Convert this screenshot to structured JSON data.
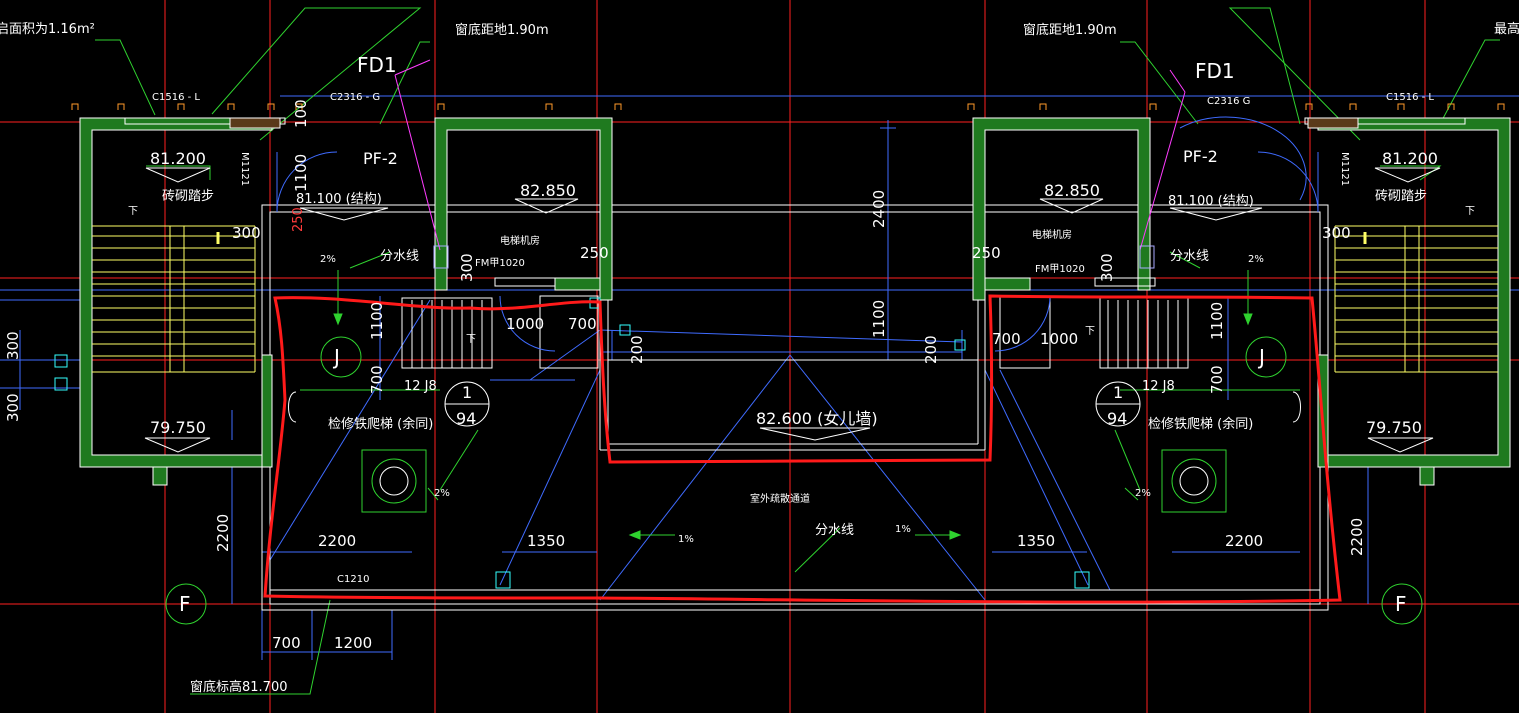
{
  "colors": {
    "background": "#000000",
    "axis": "#ff2020",
    "wall": "#ffffff",
    "wall_fill": "#1f7a1f",
    "dimension": "#3f6bff",
    "leader": "#2fd22f",
    "magenta": "#ff3cff",
    "cyan": "#33ffff",
    "yellow": "#ffff66",
    "highlight": "#ff1a1a"
  },
  "labels": {
    "area_cut": "启面积为1.16m²",
    "top_right_cut": "最高",
    "sill_left": "窗底距地1.90m",
    "sill_right": "窗底距地1.90m",
    "fd1_left": "FD1",
    "fd1_right": "FD1",
    "c1516_left": "C1516 - L",
    "c1516_right": "C1516 - L",
    "c2316_left": "C2316 - G",
    "c2316_right": "C2316 G",
    "pf2_left": "PF-2",
    "pf2_right": "PF-2",
    "m1121_left": "M1121",
    "m1121_right": "M1121",
    "elev_81200_left": "81.200",
    "elev_81200_right": "81.200",
    "stair_left": "砖砌踏步",
    "stair_right": "砖砌踏步",
    "elev_81100_left": "81.100 (结构)",
    "elev_81100_right": "81.100 (结构)",
    "elev_82850_left": "82.850",
    "elev_82850_right": "82.850",
    "elevator_room_left": "电梯机房",
    "elevator_room_right": "电梯机房",
    "fm_left": "FM甲1020",
    "fm_right": "FM甲1020",
    "divide_left": "分水线",
    "divide_right": "分水线",
    "divide_bottom": "分水线",
    "slope_2_a": "2%",
    "slope_2_b": "2%",
    "slope_2_c": "2%",
    "slope_2_d": "2%",
    "slope_1_left": "1%",
    "slope_1_right": "1%",
    "grid_j_left": "J",
    "grid_j_right": "J",
    "grid_f_left": "F",
    "grid_f_right": "F",
    "detail_top_left": "1",
    "detail_bottom_left": "94",
    "detail_top_right": "1",
    "detail_bottom_right": "94",
    "j8_left": "12 J8",
    "j8_right": "12 J8",
    "ladder_left": "检修铁爬梯 (余同)",
    "ladder_right": "检修铁爬梯 (余同)",
    "elev_79750_left": "79.750",
    "elev_79750_right": "79.750",
    "parapet": "82.600 (女儿墙)",
    "passage": "室外疏散通道",
    "c1210": "C1210",
    "sill_bottom": "窗底标高81.700",
    "down_mark_left": "下",
    "down_mark_right": "下",
    "down_mark_stair_left": "下",
    "down_mark_stair_right": "下"
  },
  "dims": {
    "d100": "100",
    "d1100_top": "1100",
    "d250_red": "250",
    "d300_left": "300",
    "d300_right": "300",
    "d300_pf_left": "300",
    "d300_pf_right": "300",
    "d250_left": "250",
    "d250_right": "250",
    "d2400": "2400",
    "d1100_mid": "1100",
    "d1100_left": "1100",
    "d1100_right": "1100",
    "d700_left_v": "700",
    "d700_right_v": "700",
    "d1000_left": "1000",
    "d1000_right": "1000",
    "d700_left_h": "700",
    "d700_right_h": "700",
    "d200_left": "200",
    "d200_right": "200",
    "d2200_left_v": "2200",
    "d2200_right_v": "2200",
    "d2200_left_h": "2200",
    "d2200_right_h": "2200",
    "d1350_left": "1350",
    "d1350_right": "1350",
    "d700_bottom": "700",
    "d1200_bottom": "1200",
    "d300_edge_a": "300",
    "d300_edge_b": "300"
  }
}
